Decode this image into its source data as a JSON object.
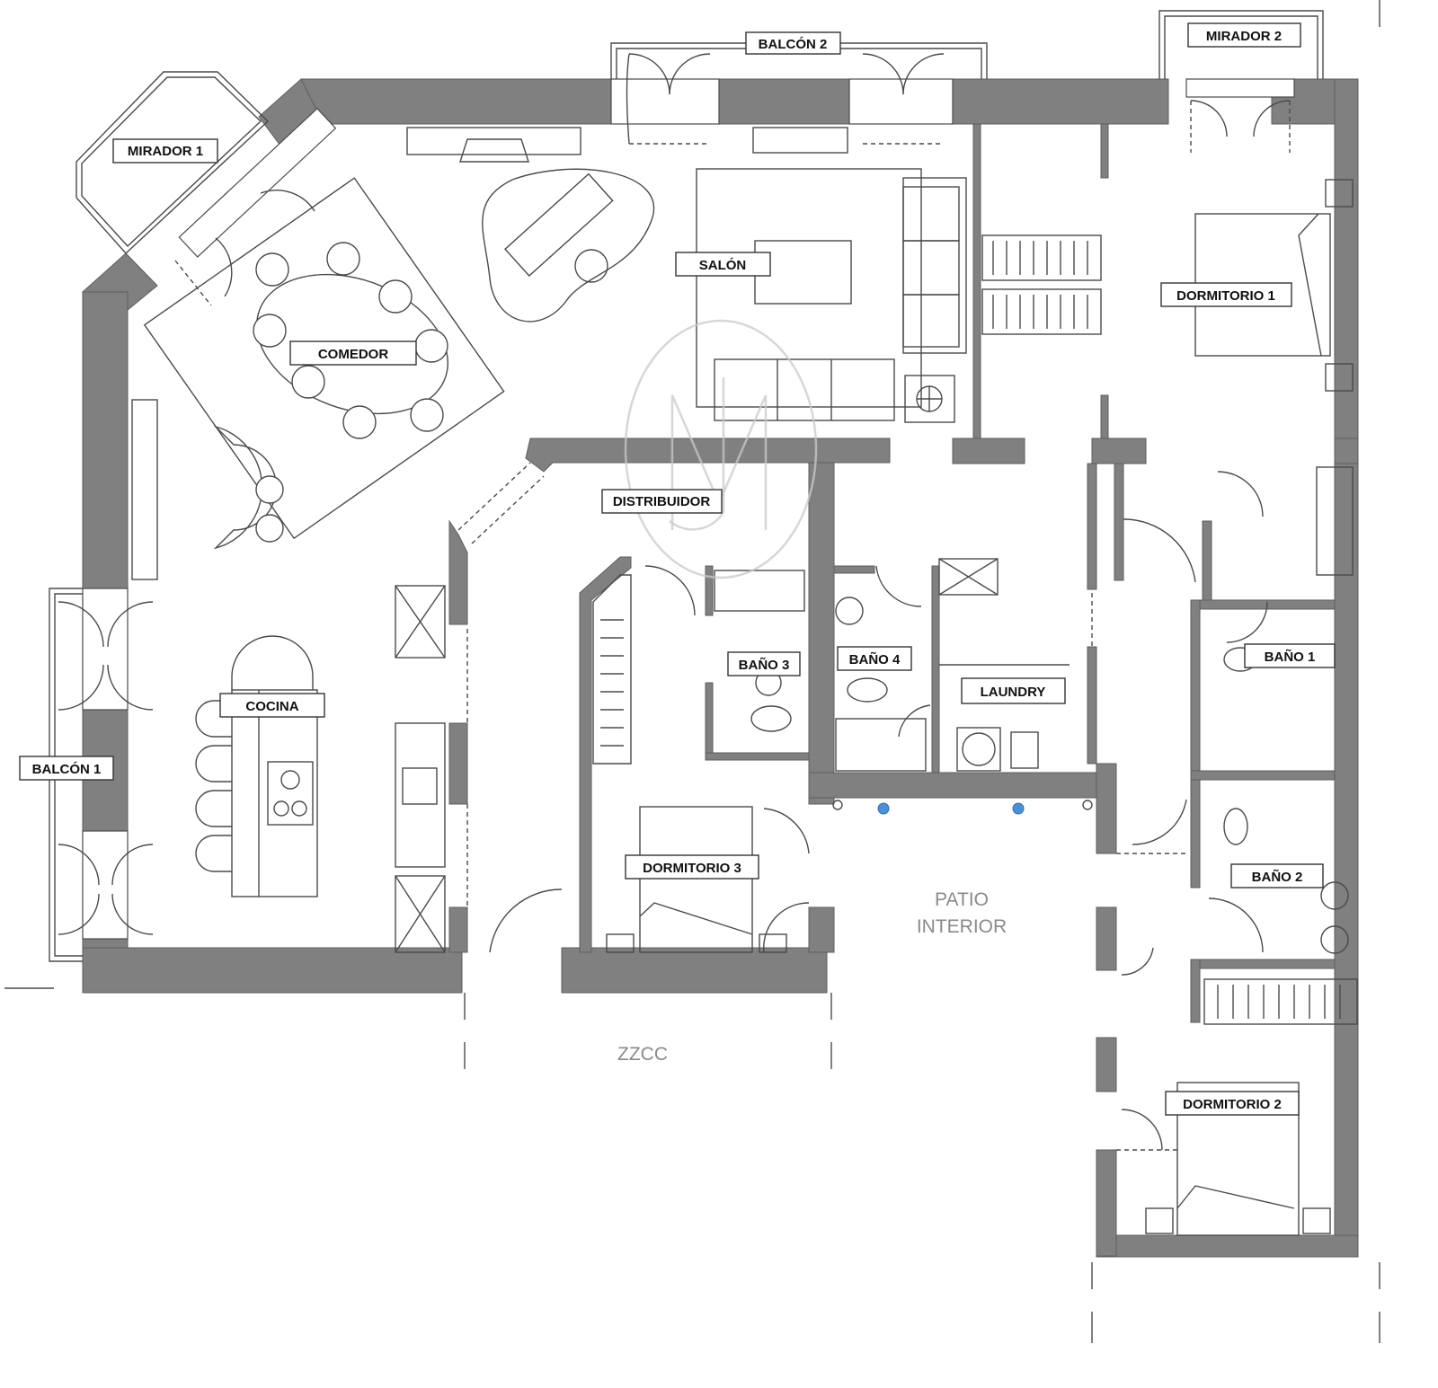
{
  "rooms": {
    "balcon_2": "BALCÓN 2",
    "mirador_2": "MIRADOR 2",
    "mirador_1": "MIRADOR 1",
    "salon": "SALÓN",
    "dormitorio_1": "DORMITORIO 1",
    "comedor": "COMEDOR",
    "distribuidor": "DISTRIBUIDOR",
    "bano_3": "BAÑO 3",
    "bano_4": "BAÑO 4",
    "laundry": "LAUNDRY",
    "bano_1": "BAÑO 1",
    "cocina": "COCINA",
    "balcon_1": "BALCÓN 1",
    "dormitorio_3": "DORMITORIO 3",
    "bano_2": "BAÑO 2",
    "dormitorio_2": "DORMITORIO 2"
  },
  "zones": {
    "patio_line_1": "PATIO",
    "patio_line_2": "INTERIOR",
    "zzcc": "ZZCC"
  },
  "colors": {
    "wall": "#808080",
    "line": "#4a4a4a",
    "watermark": "#c9c9c9",
    "fixture_dot": "#4a90d9"
  }
}
